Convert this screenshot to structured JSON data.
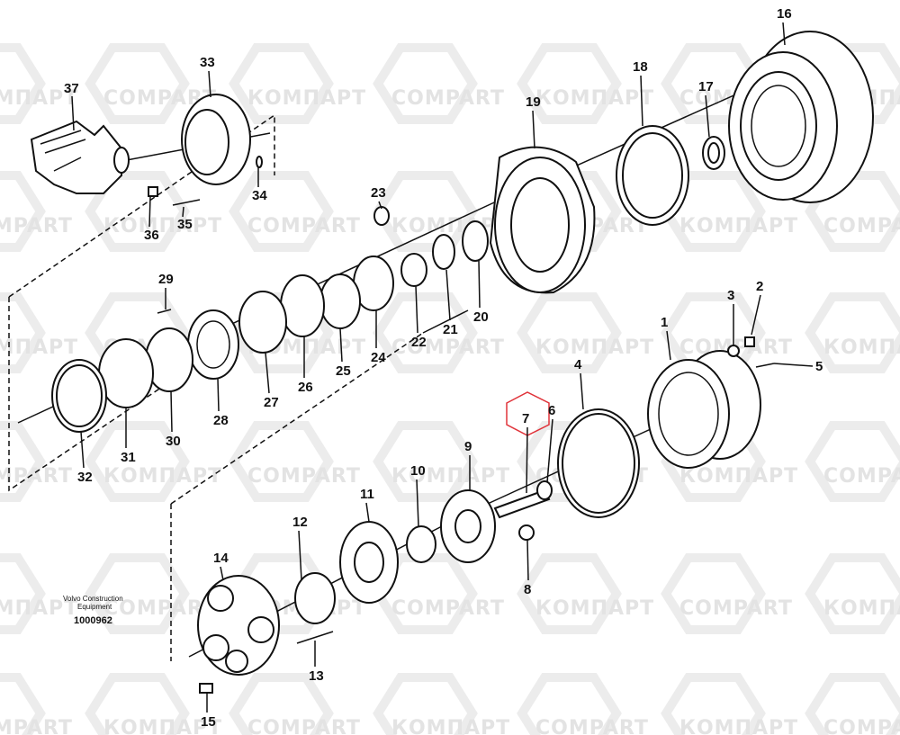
{
  "watermark": {
    "text_cyrillic": "КОМПАРТ",
    "text_latin": "COMPART"
  },
  "credit": {
    "line1": "Volvo Construction",
    "line2": "Equipment",
    "code": "1000962"
  },
  "highlight_color": "#e0333a",
  "highlighted_part": "7",
  "parts": [
    "1",
    "2",
    "3",
    "4",
    "5",
    "6",
    "7",
    "8",
    "9",
    "10",
    "11",
    "12",
    "13",
    "14",
    "15",
    "16",
    "17",
    "18",
    "19",
    "20",
    "21",
    "22",
    "23",
    "24",
    "25",
    "26",
    "27",
    "28",
    "29",
    "30",
    "31",
    "32",
    "33",
    "34",
    "35",
    "36",
    "37"
  ]
}
